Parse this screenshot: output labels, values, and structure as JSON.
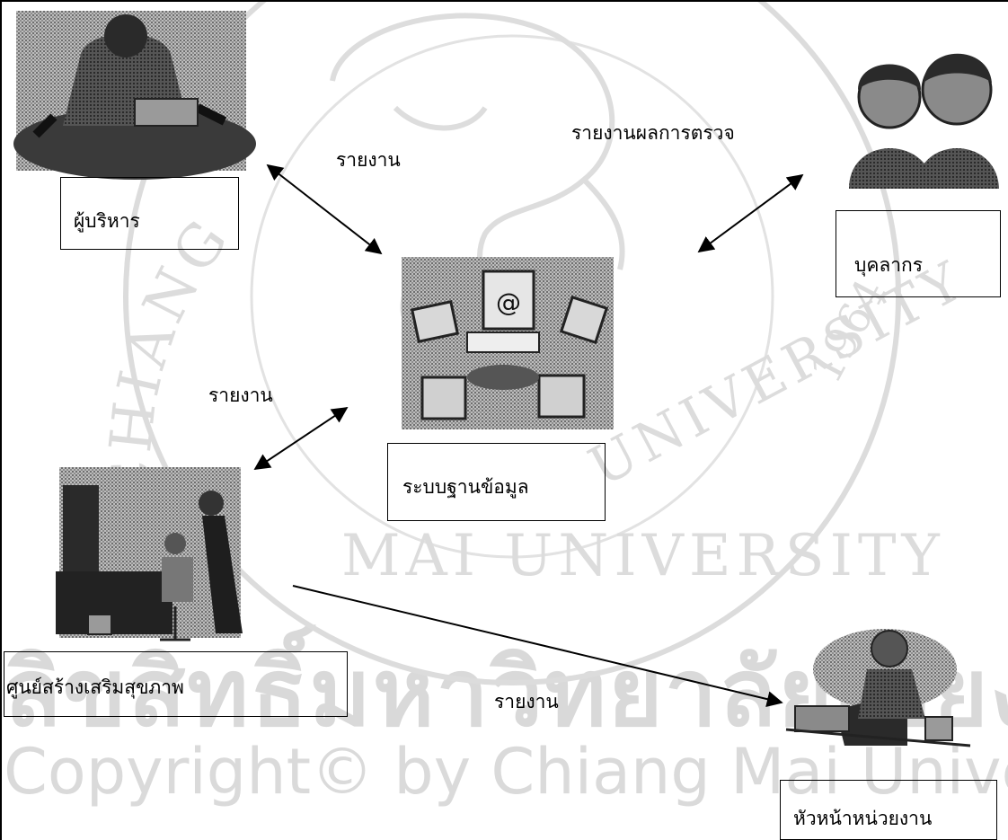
{
  "diagram": {
    "watermark": {
      "thai_text": "ลิขสิทธิ์มหาวิทยาลัยเชียงใหม่",
      "copyright_text": "Copyright© by Chiang Mai University",
      "seal_text_top": "CHIANG MAI UNIVERSITY",
      "seal_year": "1964"
    },
    "nodes": {
      "executive": "ผู้บริหาร",
      "personnel": "บุคลากร",
      "database": "ระบบฐานข้อมูล",
      "health_center": "ศูนย์สร้างเสริมสุขภาพ",
      "unit_head": "หัวหน้าหน่วยงาน"
    },
    "edge_labels": {
      "executive_report": "รายงาน",
      "exam_results_report": "รายงานผลการตรวจ",
      "health_center_report": "รายงาน",
      "unit_head_report": "รายงาน"
    },
    "colors": {
      "line": "#000000",
      "watermark": "#d4d4d4",
      "clipart_dark": "#2a2a2a",
      "clipart_mid": "#8a8a8a"
    }
  }
}
